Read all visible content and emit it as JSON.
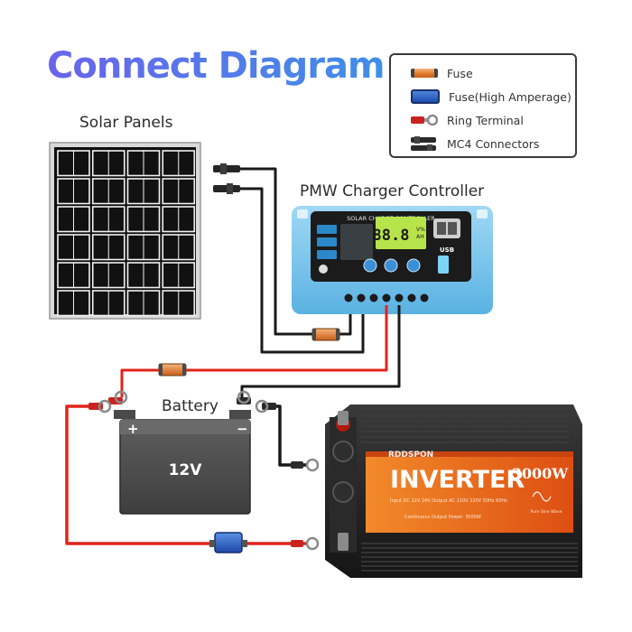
{
  "title": "Connect Diagram",
  "labels": {
    "solar_panels": "Solar Panels",
    "controller": "PMW Charger Controller",
    "battery": "Battery",
    "battery_voltage": "12V",
    "battery_plus": "+",
    "battery_minus": "−"
  },
  "legend": [
    {
      "icon": "fuse-icon",
      "label": "Fuse"
    },
    {
      "icon": "high-amperage-fuse-icon",
      "label": "Fuse(High Amperage)"
    },
    {
      "icon": "ring-terminal-icon",
      "label": "Ring Terminal"
    },
    {
      "icon": "mc4-connector-icon",
      "label": "MC4 Connectors"
    }
  ],
  "controller_panel": {
    "header": "SOLAR CHARGE CONTROLLER",
    "display": "88.8",
    "units": "V%\nAH",
    "usb": "USB"
  },
  "inverter": {
    "brand": "RDDSPON",
    "name": "INVERTER",
    "power": "3000W",
    "spec_line": "Input DC 12V 24V Output AC 110V 220V 50Hz 60Hz",
    "continuous": "Continuous Output Power: 3000W",
    "wave": "Pure Sine Wave"
  },
  "colors": {
    "title_start": "#6a64ea",
    "title_end": "#3f8fe8",
    "wire_positive": "#e0241b",
    "wire_negative": "#1a1a1a",
    "controller_body": "#7cc6ee",
    "inverter_orange": "#e8641b"
  }
}
